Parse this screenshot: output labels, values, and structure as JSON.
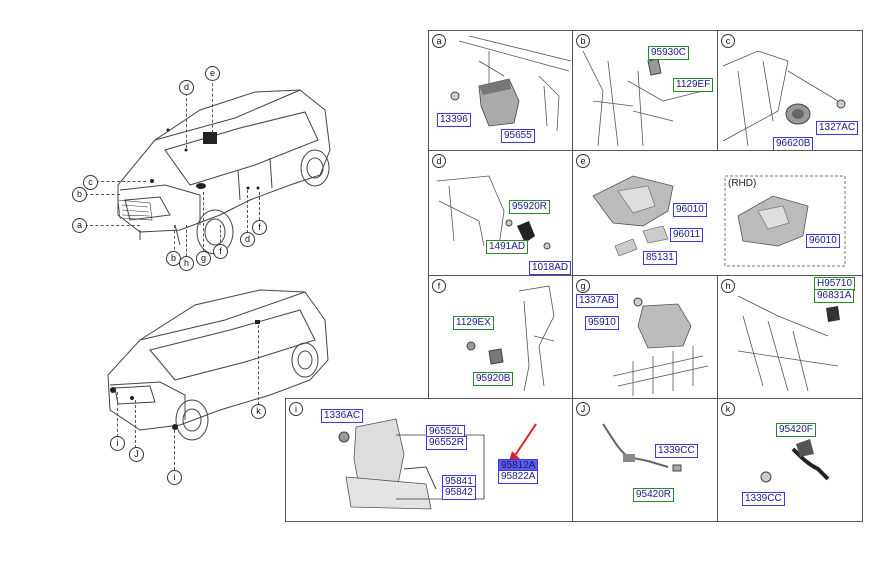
{
  "overview_labels": {
    "top_car": [
      "e",
      "d",
      "c",
      "b",
      "a",
      "b",
      "h",
      "g",
      "f",
      "d",
      "f"
    ],
    "bottom_car": [
      "k",
      "i",
      "J",
      "i"
    ]
  },
  "panels": {
    "a": {
      "tag": "a",
      "parts": [
        "13396",
        "95655"
      ]
    },
    "b": {
      "tag": "b",
      "parts": [
        "95930C",
        "1129EF"
      ]
    },
    "c": {
      "tag": "c",
      "parts": [
        "1327AC",
        "96620B"
      ]
    },
    "d": {
      "tag": "d",
      "parts": [
        "95920R",
        "1491AD",
        "1018AD"
      ]
    },
    "e": {
      "tag": "e",
      "parts": [
        "96010",
        "96011",
        "85131",
        "96010"
      ],
      "note": "(RHD)"
    },
    "f": {
      "tag": "f",
      "parts": [
        "1129EX",
        "95920B"
      ]
    },
    "g": {
      "tag": "g",
      "parts": [
        "1337AB",
        "95910"
      ]
    },
    "h": {
      "tag": "h",
      "parts": [
        "H95710",
        "96831A"
      ]
    },
    "i": {
      "tag": "i",
      "parts": [
        "1336AC",
        "96552L",
        "96552R",
        "95812A",
        "95822A",
        "95841",
        "95842"
      ]
    },
    "j": {
      "tag": "J",
      "parts": [
        "1339CC",
        "95420R"
      ]
    },
    "k": {
      "tag": "k",
      "parts": [
        "95420F",
        "1339CC"
      ]
    }
  }
}
